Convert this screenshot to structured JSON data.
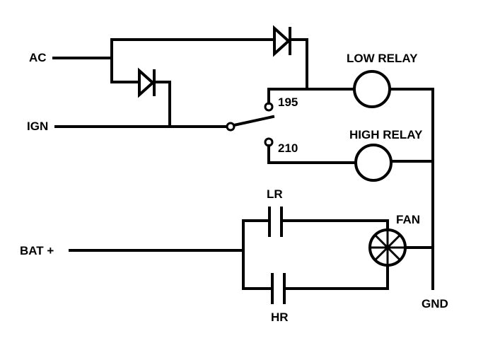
{
  "labels": {
    "ac": "AC",
    "ign": "IGN",
    "bat": "BAT +",
    "low_relay": "LOW RELAY",
    "high_relay": "HIGH RELAY",
    "temp_195": "195",
    "temp_210": "210",
    "lr": "LR",
    "hr": "HR",
    "fan": "FAN",
    "gnd": "GND"
  },
  "colors": {
    "line": "#000000",
    "background": "#ffffff"
  }
}
